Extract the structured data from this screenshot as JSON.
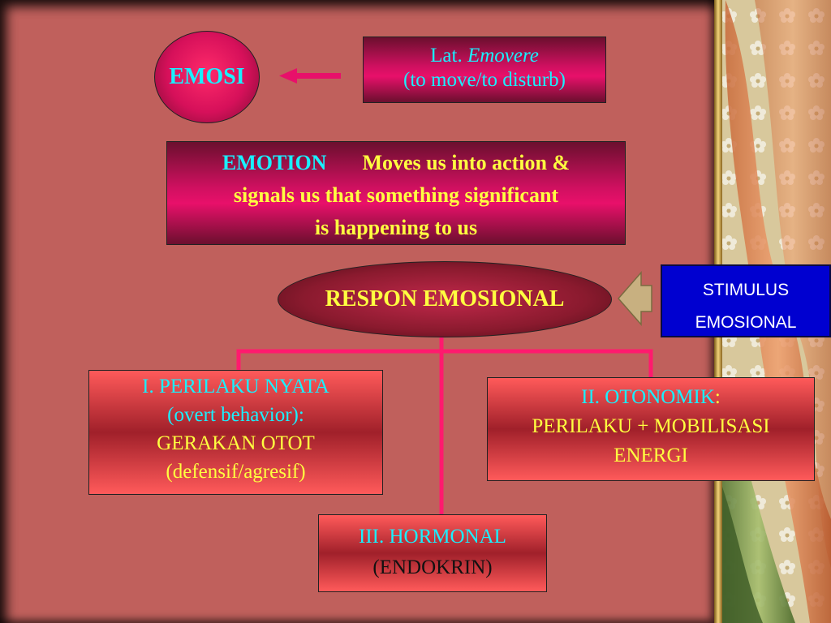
{
  "emosi": "EMOSI",
  "latin": {
    "prefix": "Lat. ",
    "word": "Emovere",
    "meaning": "(to move/to disturb)"
  },
  "emotion": {
    "keyword": "EMOTION",
    "line1_rest": "Moves us into action &",
    "line2": "signals us that something significant",
    "line3": "is happening to us"
  },
  "respon": "RESPON EMOSIONAL",
  "stimulus": {
    "line1": "STIMULUS",
    "line2": "EMOSIONAL"
  },
  "perilaku": {
    "line1": "I. PERILAKU NYATA",
    "line2": "(overt behavior):",
    "line3": "GERAKAN OTOT",
    "line4": "(defensif/agresif)"
  },
  "otonomik": {
    "line1_a": "II. OTONOMIK",
    "line1_b": ":",
    "line2": "PERILAKU + MOBILISASI",
    "line3": "ENERGI"
  },
  "hormonal": {
    "line1": "III. HORMONAL",
    "line2": "(ENDOKRIN)"
  },
  "colors": {
    "slide_background": "#c0605c",
    "accent_pink": "#e8106a",
    "text_cyan": "#19f0ff",
    "text_yellow": "#ffff40",
    "stimulus_blue": "#0000d0"
  }
}
